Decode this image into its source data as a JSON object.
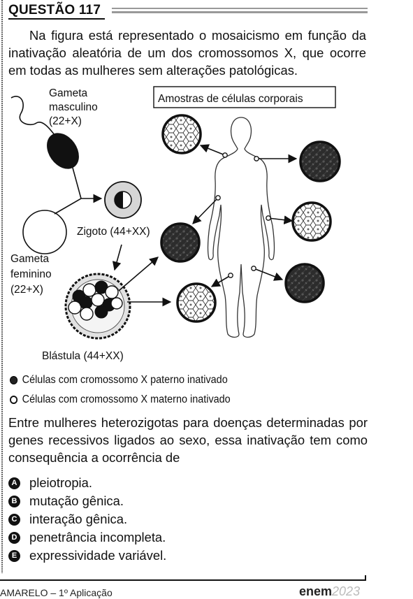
{
  "header": {
    "title": "QUESTÃO 117"
  },
  "intro": "Na figura está representado o mosaicismo em função da inativação aleatória de um dos cromossomos X, que ocorre em todas as mulheres sem alterações patológicas.",
  "figure": {
    "male_gamete": [
      "Gameta",
      "masculino",
      "(22+X)"
    ],
    "female_gamete": [
      "Gameta",
      "feminino",
      "(22+X)"
    ],
    "zygote": "Zigoto (44+XX)",
    "blastula": "Blástula (44+XX)",
    "samples_box": "Amostras de células corporais"
  },
  "legend": {
    "paternal": "Células com cromossomo X paterno inativado",
    "maternal": "Células com cromossomo X materno inativado"
  },
  "stem": "Entre mulheres heterozigotas para doenças determinadas por genes recessivos ligados ao sexo, essa inativação tem como consequência a ocorrência de",
  "options": [
    {
      "letter": "A",
      "text": "pleiotropia."
    },
    {
      "letter": "B",
      "text": "mutação gênica."
    },
    {
      "letter": "C",
      "text": "interação gênica."
    },
    {
      "letter": "D",
      "text": "penetrância incompleta."
    },
    {
      "letter": "E",
      "text": "expressividade variável."
    }
  ],
  "footer": {
    "left": "AMARELO – 1º Aplicação",
    "brand": "enem",
    "year": "2023"
  },
  "colors": {
    "text": "#111111",
    "bar": "#999999",
    "dark_cell": "#2a2a2a"
  }
}
